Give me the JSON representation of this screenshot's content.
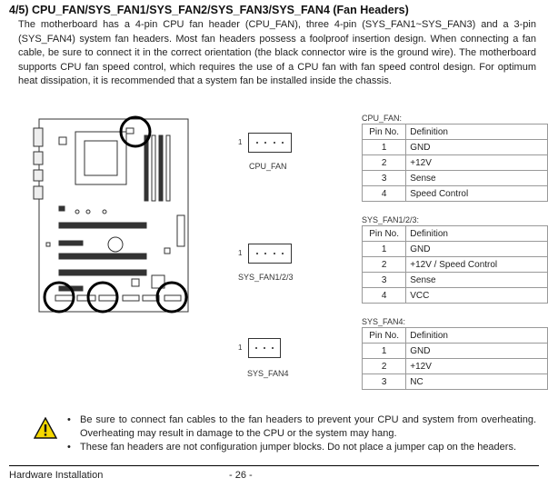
{
  "heading": "4/5) CPU_FAN/SYS_FAN1/SYS_FAN2/SYS_FAN3/SYS_FAN4 (Fan Headers)",
  "paragraph": "The motherboard has a 4-pin CPU fan header (CPU_FAN), three 4-pin (SYS_FAN1~SYS_FAN3) and a 3-pin (SYS_FAN4) system fan headers. Most fan headers possess a foolproof insertion design. When connecting a fan cable, be sure to connect it in the correct orientation (the black connector wire is the ground wire). The motherboard supports CPU fan speed control, which requires the use of a CPU fan with fan speed control design. For optimum heat dissipation, it is recommended that a system fan be installed inside the chassis.",
  "connectors": [
    {
      "pin_one": "1",
      "caption": "CPU_FAN"
    },
    {
      "pin_one": "1",
      "caption": "SYS_FAN1/2/3"
    },
    {
      "pin_one": "1",
      "caption": "SYS_FAN4"
    }
  ],
  "tables": [
    {
      "title": "CPU_FAN:",
      "header": [
        "Pin No.",
        "Definition"
      ],
      "rows": [
        [
          "1",
          "GND"
        ],
        [
          "2",
          "+12V"
        ],
        [
          "3",
          "Sense"
        ],
        [
          "4",
          "Speed Control"
        ]
      ]
    },
    {
      "title": "SYS_FAN1/2/3:",
      "header": [
        "Pin No.",
        "Definition"
      ],
      "rows": [
        [
          "1",
          "GND"
        ],
        [
          "2",
          "+12V / Speed Control"
        ],
        [
          "3",
          "Sense"
        ],
        [
          "4",
          "VCC"
        ]
      ]
    },
    {
      "title": "SYS_FAN4:",
      "header": [
        "Pin No.",
        "Definition"
      ],
      "rows": [
        [
          "1",
          "GND"
        ],
        [
          "2",
          "+12V"
        ],
        [
          "3",
          "NC"
        ]
      ]
    }
  ],
  "notes": [
    "Be sure to connect fan cables to the fan headers to prevent your CPU and system from overheating. Overheating may result in damage to the CPU or the system may hang.",
    "These fan headers are not configuration jumper blocks. Do not place a jumper cap on the headers."
  ],
  "footer": {
    "section": "Hardware Installation",
    "page": "- 26 -"
  },
  "colors": {
    "warning_fill": "#f5d800",
    "ink": "#111111"
  }
}
